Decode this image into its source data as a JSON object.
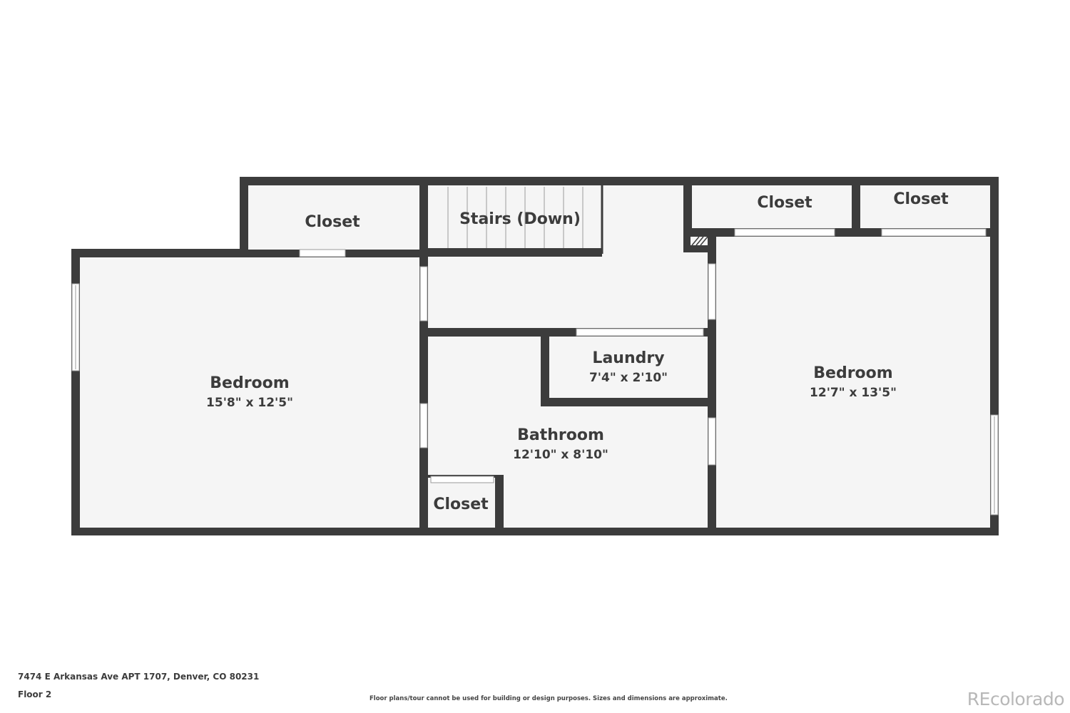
{
  "rooms": {
    "bedroom_left": {
      "name": "Bedroom",
      "dims": "15'8\" x 12'5\""
    },
    "bedroom_right": {
      "name": "Bedroom",
      "dims": "12'7\" x 13'5\""
    },
    "bathroom": {
      "name": "Bathroom",
      "dims": "12'10\" x 8'10\""
    },
    "laundry": {
      "name": "Laundry",
      "dims": "7'4\" x 2'10\""
    },
    "closet_top_left": {
      "name": "Closet"
    },
    "closet_top_right_a": {
      "name": "Closet"
    },
    "closet_top_right_b": {
      "name": "Closet"
    },
    "closet_bath": {
      "name": "Closet"
    },
    "stairs": {
      "name": "Stairs (Down)"
    }
  },
  "footer": {
    "address": "7474 E Arkansas Ave APT 1707, Denver, CO 80231",
    "floor": "Floor 2",
    "disclaimer": "Floor plans/tour cannot be used for building or design purposes. Sizes and dimensions are approximate.",
    "brand": "REcolorado"
  },
  "colors": {
    "wall": "#3c3c3c",
    "floor": "#f5f5f5",
    "text": "#3c3c3c",
    "brand": "#b8b8b8"
  }
}
